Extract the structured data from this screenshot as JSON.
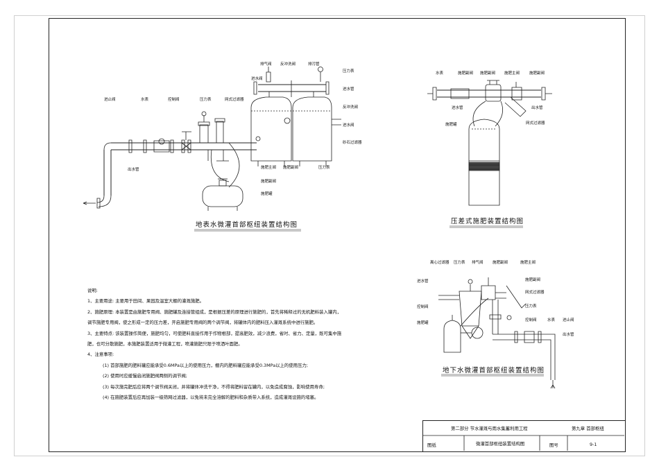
{
  "diagram1": {
    "title": "地表水微灌首部枢纽装置结构图",
    "labels": {
      "paiqifa": "排气阀",
      "fanchongxifa": "反冲洗阀",
      "paiwuguan": "排污管",
      "yalibiao_top": "压力表",
      "jinshuifa_top": "进水阀",
      "jinshuiguan": "进水管",
      "fanchongxiguan": "反冲洗阀",
      "jinshuifa_right": "进水阀",
      "shashiguolvqi": "砂石过滤器",
      "jinzhafa": "进止阀",
      "shuibiao": "水表",
      "kongzhifa": "控制阀",
      "yalibiao_mid": "压力表",
      "wangshiguolvqi": "网式过滤器",
      "chushuiguan": "出水管",
      "shifeizhufa": "施肥主阀",
      "shifeifufa_a": "施肥副阀",
      "yalibiao_low": "压力表",
      "shifeifufa_b": "施肥副阀",
      "shifeiguan": "施肥罐"
    }
  },
  "diagram2": {
    "title": "压差式施肥装置结构图",
    "labels": {
      "shuibiao": "水表",
      "shifeifufa_l": "施肥副阀",
      "shifeifufa_m": "施肥副阀",
      "shifeizhufa": "施肥主阀",
      "shifeifufa_r": "施肥副阀",
      "jinshuiguan": "进水管",
      "chushuiguan": "出水管",
      "shifeiguan": "施肥罐",
      "wangshiguolvqi": "网式过滤器"
    }
  },
  "diagram3": {
    "title": "地下水微灌首部枢纽装置结构图",
    "labels": {
      "lixinguolvqi": "离心过滤器",
      "yalibiao_a": "压力表",
      "paiqifa": "排气阀",
      "shifeifufa_a": "施肥副阀",
      "shifeizhufa": "施肥主阀",
      "jinshuiguan": "进水管",
      "shifeifufa_b": "施肥副阀",
      "wangshiguolvqi": "网式过滤器",
      "kongzhifa_l": "控制阀",
      "yalibiao_b": "压力表",
      "shifeiguan": "施肥罐",
      "kongzhifa_r": "控制阀",
      "shuibiao": "水表",
      "jinzhafa": "进止阀",
      "chushuiguan": "出水管"
    }
  },
  "notes": {
    "heading": "说明:",
    "item1": "1、主要用途: 主要用于田间、果园及温室大棚的灌溉施肥。",
    "item2a": "2、施肥原理: 本装置是由施肥专用阀、施肥罐及连接管组成，是根据压差的原理进行施肥的，首先将稀释过的无机肥料装入罐内，",
    "item2b": "调节施肥专用阀，使之形成一定的压力差，开启施肥专用阀的两个调节阀，将罐体内的肥料压入灌溉系统中进行施肥。",
    "item3a": "3、主要特点: 该装置操作简便，施肥均匀，可使肥料直接作用于作物根部，提高肥效，减少浪费，省时、省力、定量，既可集中施",
    "item3b": "肥，也可分散施肥，本施肥装置适用于微灌工程，喷灌施肥只限于喷洒叶面肥。",
    "item4": "4、注意事项:",
    "sub1": "(1) 首部施肥的肥料罐应能承受0.6MPa以上的使用压力，棚内的肥料罐应能承受0.3MPa以上的使用压力;",
    "sub2": "(2) 使用时应缓慢启闭施肥阀两侧的调节阀;",
    "sub3": "(3) 每次施完肥后应将两个调节阀关闭，并将罐体冲洗干净，不得将肥料留在罐内，以免造成腐蚀，影响使用寿命;",
    "sub4": "(4) 在施肥装置后应再加装一级筛网过滤器，以免将未完全溶解的肥料和杂质带入系统，造成灌溉设施的堵塞。"
  },
  "titleblock": {
    "part": "第二部分  节水灌溉与雨水集蓄利用工程",
    "chapter": "第九章  首部枢纽",
    "drawing_label": "图纸",
    "drawing_name": "微灌首部枢纽装置结构图",
    "number_label": "图号",
    "number": "9-1"
  }
}
